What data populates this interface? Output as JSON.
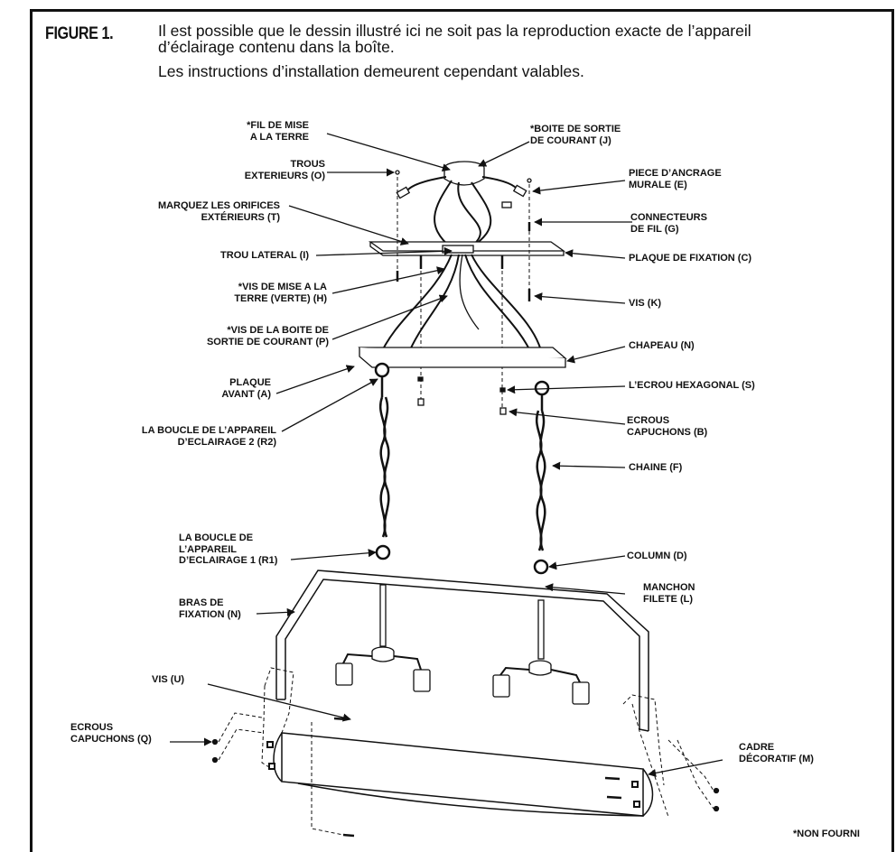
{
  "figure": {
    "label": "FIGURE 1.",
    "note_line1": "Il est possible que le dessin illustré ici ne soit pas la reproduction exacte de l’appareil",
    "note_line2": "d’éclairage contenu dans la boîte.",
    "note_line3": "Les instructions d’installation demeurent cependant valables."
  },
  "labels": {
    "fil_terre": "*FIL DE MISE\nA LA TERRE",
    "boite_sortie": "*BOITE DE SORTIE\nDE COURANT (J)",
    "trous_ext": "TROUS\nEXTERIEURS (O)",
    "piece_ancrage": "PIECE D’ANCRAGE\nMURALE (E)",
    "marquez": "MARQUEZ LES ORIFICES\nEXTÉRIEURS (T)",
    "connecteurs": "CONNECTEURS\nDE FIL (G)",
    "trou_lateral": "TROU LATERAL (I)",
    "plaque_fixation": "PLAQUE DE FIXATION (C)",
    "vis_terre": "*VIS DE MISE A LA\nTERRE (VERTE) (H)",
    "vis_k": "VIS (K)",
    "vis_boite": "*VIS DE LA BOITE DE\nSORTIE DE COURANT (P)",
    "chapeau": "CHAPEAU (N)",
    "plaque_avant": "PLAQUE\nAVANT (A)",
    "ecrou_hex": "L’ECROU HEXAGONAL (S)",
    "boucle2": "LA BOUCLE DE L’APPAREIL\nD’ECLAIRAGE 2 (R2)",
    "ecrous_b": "ECROUS\nCAPUCHONS (B)",
    "chaine": "CHAINE (F)",
    "boucle1": "LA BOUCLE DE\nL’APPAREIL\nD’ECLAIRAGE 1 (R1)",
    "column": "COLUMN (D)",
    "manchon": "MANCHON\nFILETE (L)",
    "bras": "BRAS DE\nFIXATION (N)",
    "vis_u": "VIS (U)",
    "ecrous_q": "ECROUS\nCAPUCHONS (Q)",
    "cadre": "CADRE\nDÉCORATIF (M)",
    "non_fourni": "*NON FOURNI"
  }
}
